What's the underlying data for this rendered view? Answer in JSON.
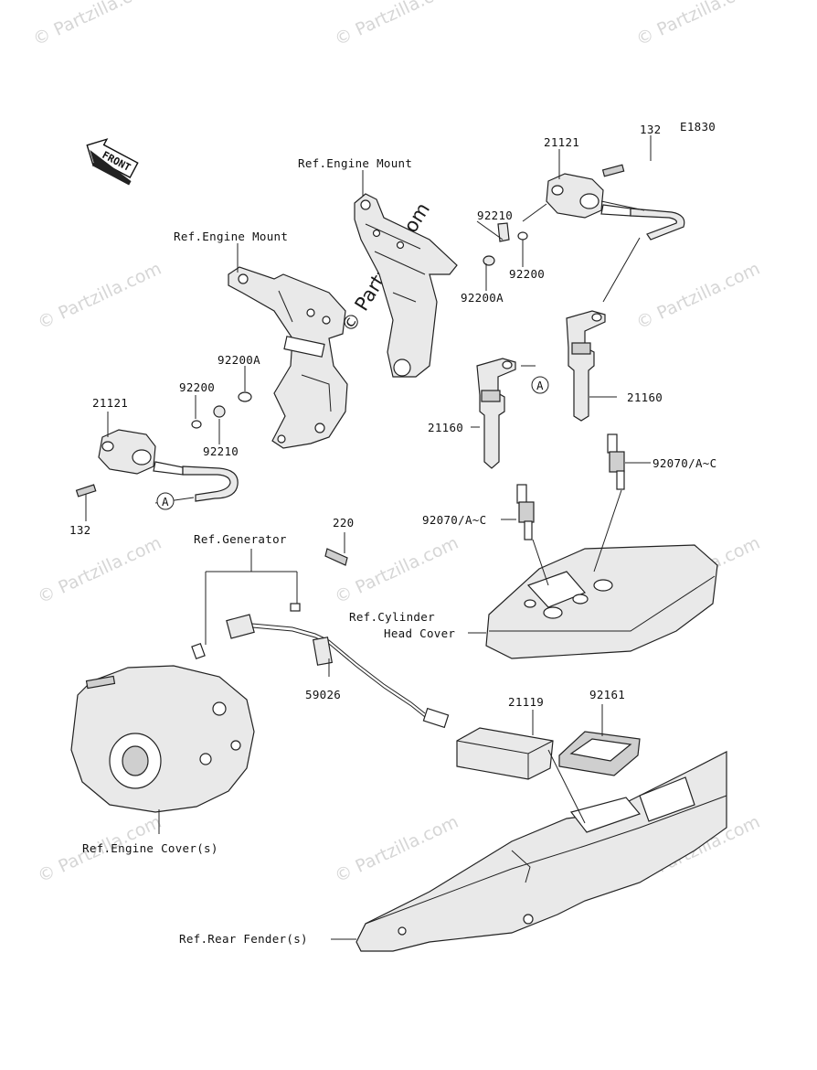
{
  "diagram": {
    "figure_code": "E1830",
    "front_label": "FRONT",
    "watermark": "© Partzilla.com",
    "callout_a": "A",
    "labels": {
      "ref_engine_mount_top": "Ref.Engine Mount",
      "ref_engine_mount_left": "Ref.Engine Mount",
      "p21121_right": "21121",
      "p132_right": "132",
      "p92210_right": "92210",
      "p92200_right": "92200",
      "p92200a_right": "92200A",
      "p21160_right": "21160",
      "p92070_right": "92070/A~C",
      "p92200a_left": "92200A",
      "p92200_left": "92200",
      "p21121_left": "21121",
      "p92210_left": "92210",
      "p132_left": "132",
      "p21160_mid": "21160",
      "p92070_mid": "92070/A~C",
      "p220": "220",
      "ref_generator": "Ref.Generator",
      "ref_cylinder_line1": "Ref.Cylinder",
      "ref_cylinder_line2": "Head Cover",
      "p59026": "59026",
      "p21119": "21119",
      "p92161": "92161",
      "ref_engine_cover": "Ref.Engine Cover(s)",
      "ref_rear_fender": "Ref.Rear Fender(s)"
    }
  }
}
